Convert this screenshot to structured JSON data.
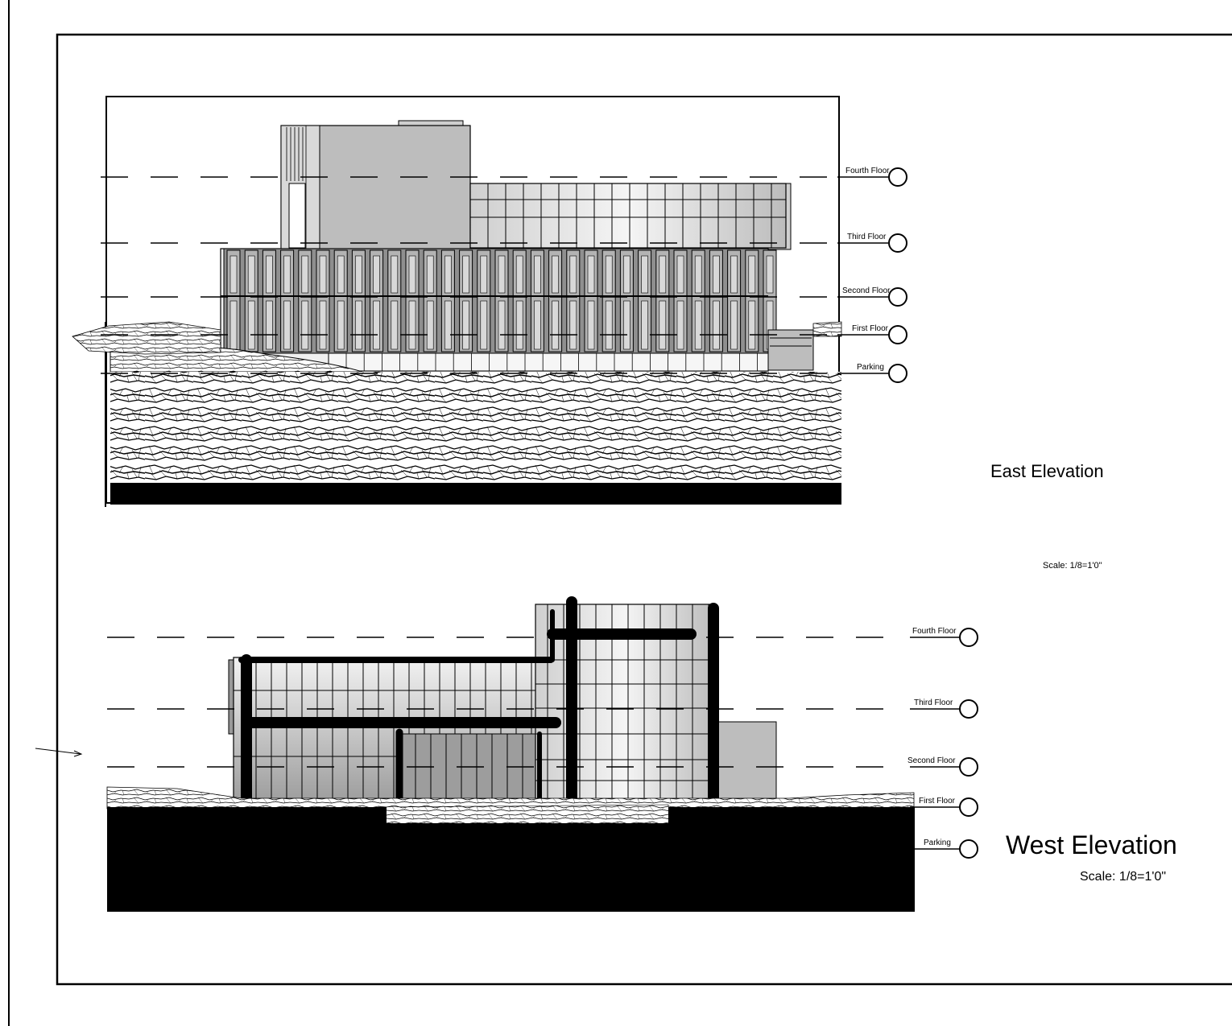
{
  "sheet": {
    "east": {
      "title": "East Elevation",
      "scale": "Scale: 1/8=1'0\"",
      "levels": [
        "Fourth Floor",
        "Third Floor",
        "Second Floor",
        "First Floor",
        "Parking"
      ]
    },
    "west": {
      "title": "West Elevation",
      "scale": "Scale: 1/8=1'0\"",
      "levels": [
        "Fourth Floor",
        "Third Floor",
        "Second Floor",
        "First Floor",
        "Parking"
      ]
    }
  },
  "colors": {
    "ink": "#000000",
    "panel_light": "#e6e6e6",
    "panel_mid": "#bdbdbd",
    "panel_dark": "#8a8a8a",
    "paper": "#ffffff"
  }
}
